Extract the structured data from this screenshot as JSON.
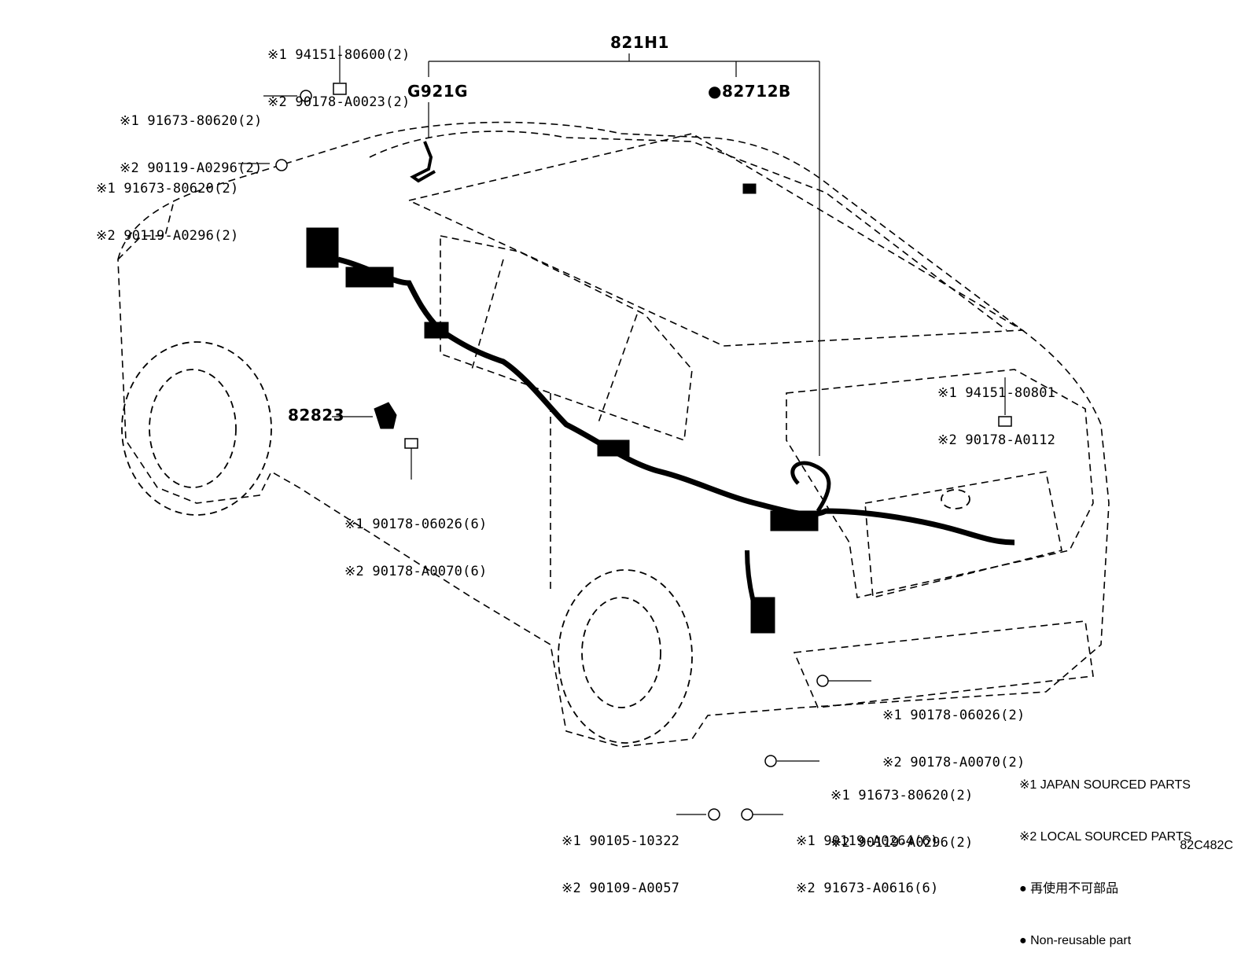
{
  "callouts": {
    "main_harness": "821H1",
    "sensor": "G921G",
    "connector": "●82712B",
    "bracket": "82823"
  },
  "part_labels": {
    "p1": [
      "※1 94151-80600(2)",
      "※2 90178-A0023(2)"
    ],
    "p2": [
      "※1 91673-80620(2)",
      "※2 90119-A0296(2)"
    ],
    "p3": [
      "※1 91673-80620(2)",
      "※2 90119-A0296(2)"
    ],
    "p4": [
      "※1 90178-06026(6)",
      "※2 90178-A0070(6)"
    ],
    "p5": [
      "※1 94151-80801",
      "※2 90178-A0112"
    ],
    "p6": [
      "※1 90178-06026(2)",
      "※2 90178-A0070(2)"
    ],
    "p7": [
      "※1 91673-80620(2)",
      "※2 90119-A0296(2)"
    ],
    "p8": [
      "※1 90105-10322",
      "※2 90109-A0057"
    ],
    "p9": [
      "※1 90119-A0264(6)",
      "※2 91673-A0616(6)"
    ]
  },
  "legend": {
    "line1": "※1 JAPAN SOURCED PARTS",
    "line2": "※2 LOCAL SOURCED PARTS",
    "line3": "● 再使用不可部品",
    "line4": "● Non-reusable part"
  },
  "diagram_code": "82C482C"
}
